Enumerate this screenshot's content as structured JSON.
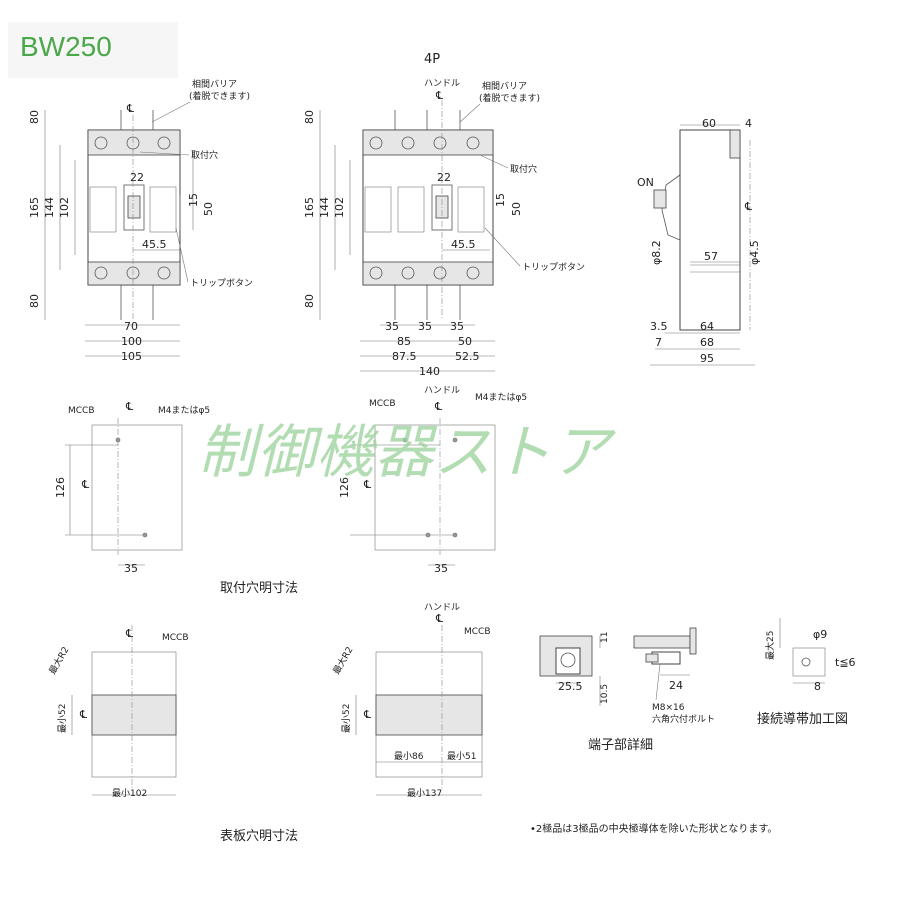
{
  "model": "BW250",
  "watermark": "制御機器ストア",
  "labels": {
    "poles_4p": "4P",
    "barrier": "相間バリア",
    "barrier_note": "(着脱できます)",
    "handle": "ハンドル",
    "mount_hole": "取付穴",
    "trip_button": "トリップボタン",
    "on": "ON",
    "mccb": "MCCB",
    "screw": "M4またはφ5",
    "centerline": "℄",
    "max_r2": "最大R2",
    "min52": "最小52",
    "min102": "最小102",
    "min86": "最小86",
    "min51": "最小51",
    "min137": "最小137",
    "max25": "最大25",
    "bolt": "M8×16",
    "bolt_type": "六角穴付ボルト",
    "t6": "t≦6",
    "phi9": "φ9"
  },
  "titles": {
    "mount": "取付穴明寸法",
    "panel": "表板穴明寸法",
    "terminal": "端子部詳細",
    "conductor": "接続導帯加工図"
  },
  "note": "•2極品は3極品の中央極導体を除いた形状となります。",
  "dims": {
    "v80": "80",
    "v165": "165",
    "v144": "144",
    "v102": "102",
    "d22": "22",
    "d15": "15",
    "d50": "50",
    "d45_5": "45.5",
    "d70": "70",
    "d100": "100",
    "d105": "105",
    "d35": "35",
    "d85": "85",
    "d87_5": "87.5",
    "d52_5": "52.5",
    "d140": "140",
    "d60": "60",
    "d4": "4",
    "d8_2": "φ8.2",
    "d4_5": "φ4.5",
    "d57": "57",
    "d3_5": "3.5",
    "d64": "64",
    "d7": "7",
    "d68": "68",
    "d95": "95",
    "d126": "126",
    "d11": "11",
    "d25_5": "25.5",
    "d10_5": "10.5",
    "d24": "24",
    "d8": "8"
  }
}
